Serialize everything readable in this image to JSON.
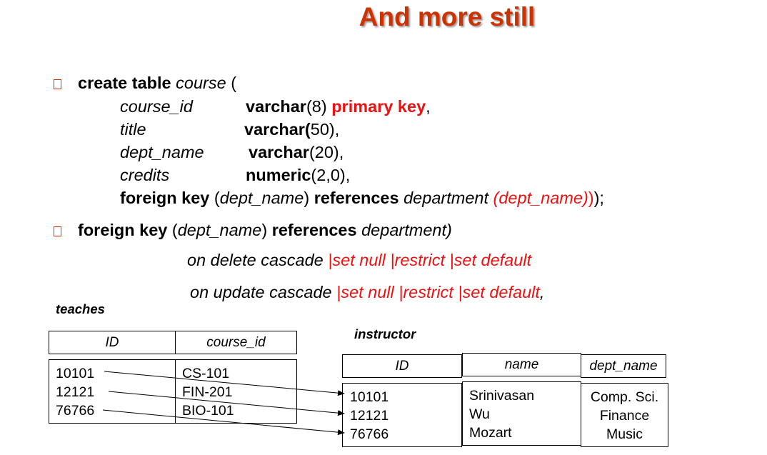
{
  "title": "And more still",
  "bullet1": {
    "create": "create table",
    "table_name": "course",
    "open_paren": " (",
    "rows": [
      {
        "col": "course_id",
        "type": "varchar",
        "args": "(8) ",
        "extra": "primary key",
        "end": ","
      },
      {
        "col": "title",
        "type": "varchar(",
        "args": "50),"
      },
      {
        "col": "dept_name",
        "type": "varchar",
        "args": "(20),"
      },
      {
        "col": "credits",
        "type": "numeric",
        "args": "(2,0),"
      }
    ],
    "fk": {
      "kw1": "foreign key",
      "p1": " (",
      "col": "dept_name",
      "p2": ") ",
      "kw2": "references",
      "sp": " ",
      "ref": "department",
      "ref_col": " (dept_name)",
      "close_red": ")",
      "end": ");"
    }
  },
  "bullet2": {
    "kw1": "foreign key",
    "p1": " (",
    "col": "dept_name",
    "p2": ") ",
    "kw2": "references",
    "sp": " ",
    "ref": "department)",
    "delete_prefix": "on delete cascade ",
    "delete_options": " |set null |restrict |set default",
    "update_prefix": "on update cascade ",
    "update_options": "|set null |restrict |set default",
    "update_end": ","
  },
  "teaches": {
    "label": "teaches",
    "headers": [
      "ID",
      "course_id"
    ],
    "ids": [
      "10101",
      "12121",
      "76766"
    ],
    "course_ids": [
      "CS-101",
      "FIN-201",
      "BIO-101"
    ]
  },
  "instructor": {
    "label": "instructor",
    "headers": [
      "ID",
      "name",
      "dept_name"
    ],
    "ids": [
      "10101",
      "12121",
      "76766"
    ],
    "names": [
      "Srinivasan",
      "Wu",
      "Mozart"
    ],
    "depts": [
      "Comp. Sci.",
      "Finance",
      "Music"
    ]
  }
}
